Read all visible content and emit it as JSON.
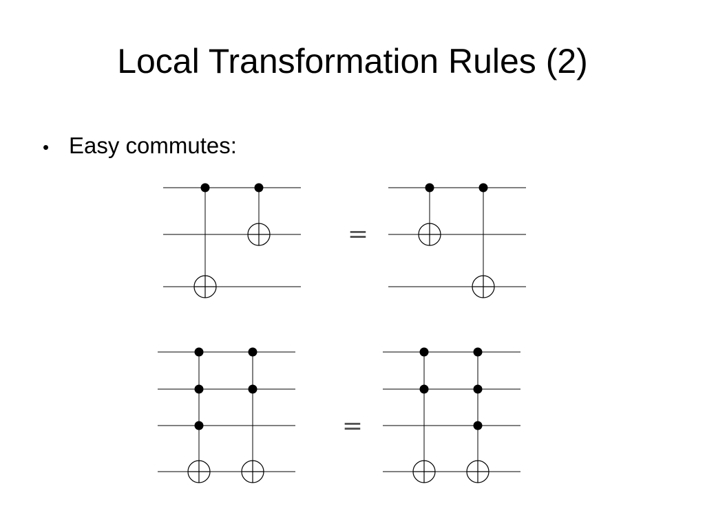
{
  "slide": {
    "title": "Local Transformation Rules (2)",
    "bullet_glyph": "•",
    "bullet_text": "Easy commutes:"
  },
  "equations": [
    {
      "relation": "=",
      "lhs": {
        "wires": 3,
        "gates": [
          {
            "controls": [
              0
            ],
            "target": 2
          },
          {
            "controls": [
              0
            ],
            "target": 1
          }
        ]
      },
      "rhs": {
        "wires": 3,
        "gates": [
          {
            "controls": [
              0
            ],
            "target": 1
          },
          {
            "controls": [
              0
            ],
            "target": 2
          }
        ]
      }
    },
    {
      "relation": "=",
      "lhs": {
        "wires": 4,
        "gates": [
          {
            "controls": [
              0,
              1,
              2
            ],
            "target": 3
          },
          {
            "controls": [
              0,
              1
            ],
            "target": 3
          }
        ]
      },
      "rhs": {
        "wires": 4,
        "gates": [
          {
            "controls": [
              0,
              1
            ],
            "target": 3
          },
          {
            "controls": [
              0,
              1,
              2
            ],
            "target": 3
          }
        ]
      }
    }
  ]
}
